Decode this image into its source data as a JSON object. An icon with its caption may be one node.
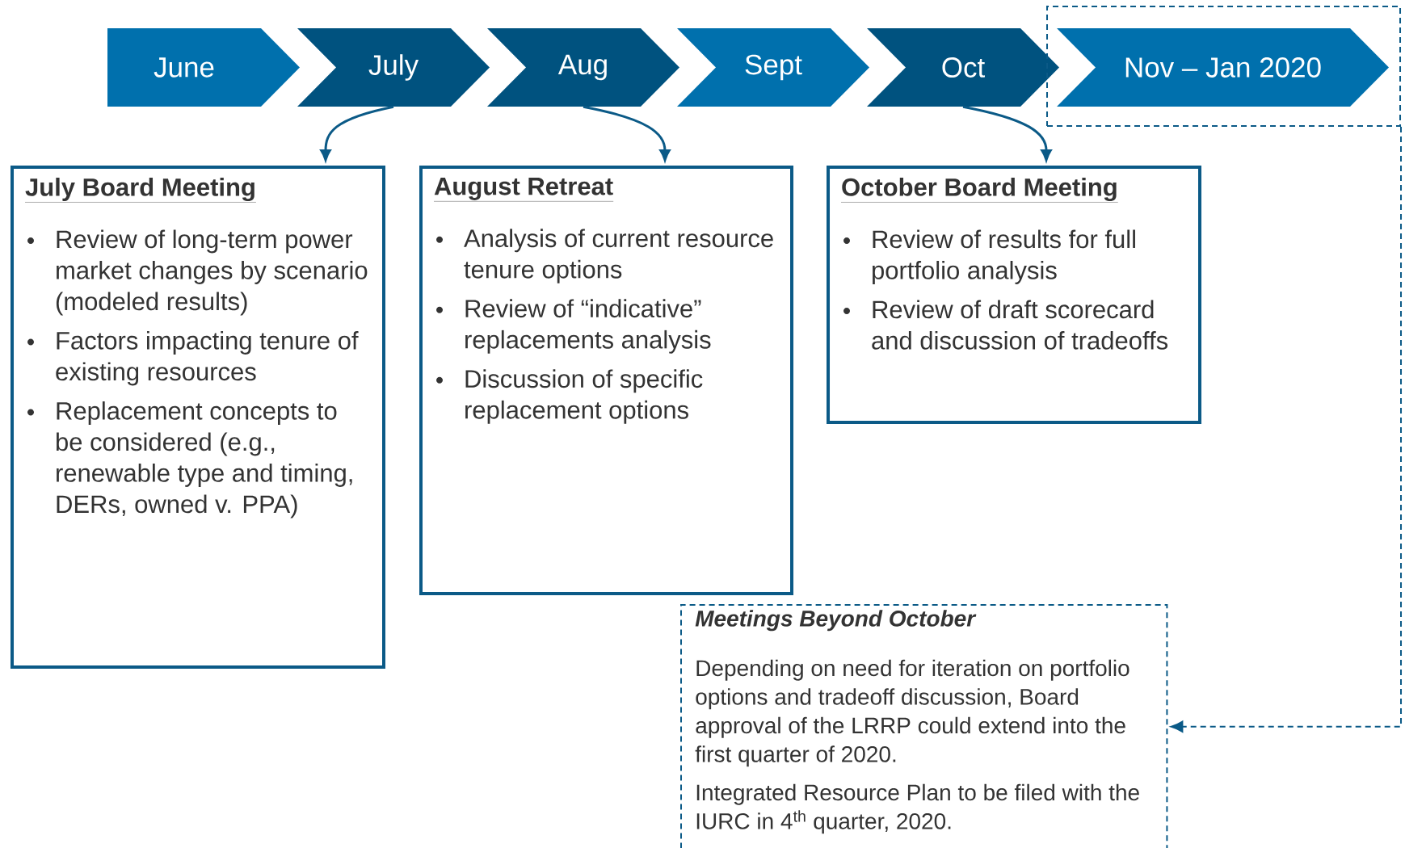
{
  "diagram": {
    "nodes": [
      {
        "text": [
          "June"
        ]
      },
      {
        "text": [
          "July"
        ]
      },
      {
        "text": [
          "Aug"
        ]
      },
      {
        "text": [
          "Sept"
        ]
      },
      {
        "text": [
          "Oct"
        ]
      },
      {
        "text": [],
        "shape": "box"
      },
      {
        "text": [
          "Nov – Jan 2020"
        ],
        "in": 5
      },
      {
        "text": [
          "July Board Meeting",
          "Review of long-term power market changes by scenario (modeled results)",
          "Factors impacting tenure of existing resources",
          "Replacement concepts to be considered (e.g., renewable type and timing, DERs, owned v. PPA)"
        ]
      },
      {
        "text": [
          "August Retreat",
          "Analysis of current resource tenure options",
          "Review of “indicative” replacements analysis",
          "Discussion of specific replacement options"
        ]
      },
      {
        "text": [
          "October Board Meeting",
          "Review of results for full portfolio analysis",
          "Review of draft scorecard and discussion of tradeoffs"
        ]
      },
      {
        "text": [
          "Meetings Beyond October",
          "Depending on need for iteration on portfolio options and tradeoff discussion, Board approval of the LRRP could extend into the first quarter of 2020.",
          "Integrated Resource Plan to be filed with the IURC in 4$^{th}$ quarter, 2020."
        ]
      }
    ],
    "edges": [
      {
        "from": 1,
        "to": 7,
        "arrow": "to"
      },
      {
        "from": 2,
        "to": 8,
        "arrow": "to"
      },
      {
        "from": 4,
        "to": 9,
        "arrow": "to"
      },
      {
        "from": 5,
        "to": 10,
        "arrow": "to",
        "style": "dashed"
      }
    ]
  }
}
